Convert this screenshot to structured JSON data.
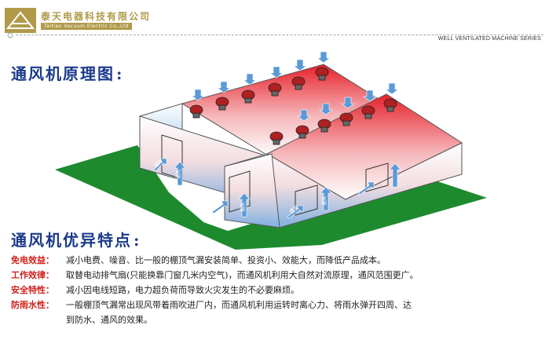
{
  "header": {
    "company_cn": "泰天电器科技有限公司",
    "company_en": "Taitian Vacuum Electric Co.,Ltd",
    "series": "WELL VENTILATED MACHINE SERIES"
  },
  "section1": {
    "title": "通风机原理图",
    "colon": ":"
  },
  "section2": {
    "title": "通风机优异特点",
    "colon": ":"
  },
  "diagram": {
    "labels": [
      "通风",
      "通风",
      "通风",
      "通风",
      "通风",
      "通风"
    ],
    "colors": {
      "roof_red": "#e8202a",
      "wall_blue": "#7fb0e0",
      "ground_green": "#1e8a2e",
      "arrow_blue": "#5a9ad8"
    }
  },
  "features": [
    {
      "label": "免电效益：",
      "text": "减小电费、噪音、比一般的棚顶气漏安装简单、投资小、效能大，而降低产品成本。"
    },
    {
      "label": "工作效律：",
      "text": "取替电动排气扇(只能换靠门窗几米内空气)，而通风机利用大自然对流原理，通风范围更广。"
    },
    {
      "label": "安全特性：",
      "text": "减小因电线短路，电力超负荷而导致火灾发生的不必要麻烦。"
    },
    {
      "label": "防雨水性：",
      "text": "一般棚顶气漏常出现风带着雨吹进厂内，而通风机利用运转时离心力、将雨水弹开四周、达",
      "text2": "到防水、通风的效果。"
    }
  ]
}
